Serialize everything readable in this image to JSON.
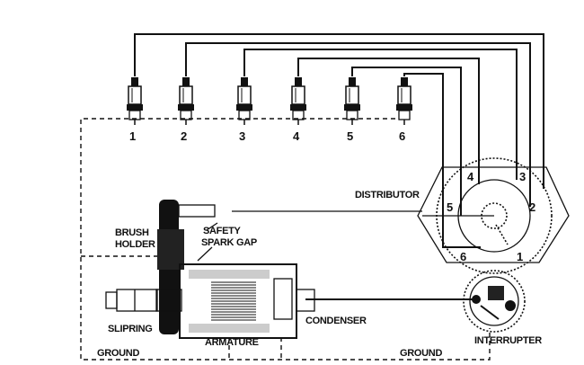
{
  "diagram": {
    "spark_plugs": [
      "1",
      "2",
      "3",
      "4",
      "5",
      "6"
    ],
    "distributor_segments": [
      "1",
      "2",
      "3",
      "4",
      "5",
      "6"
    ],
    "labels": {
      "distributor": "DISTRIBUTOR",
      "brush_holder_1": "BRUSH",
      "brush_holder_2": "HOLDER",
      "safety_1": "SAFETY",
      "safety_2": "SPARK GAP",
      "slipring": "SLIPRING",
      "armature": "ARMATURE",
      "condenser": "CONDENSER",
      "ground_left": "GROUND",
      "ground_right": "GROUND",
      "interrupter": "INTERRUPTER"
    }
  }
}
